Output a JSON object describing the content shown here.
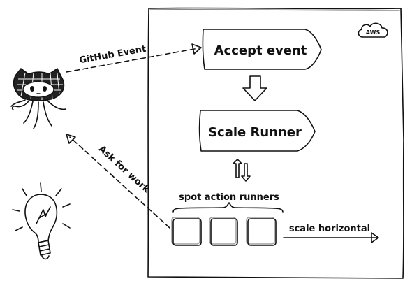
{
  "diagram": {
    "nodes": {
      "accept_event": "Accept event",
      "scale_runner": "Scale Runner",
      "spot_runners": "spot action runners"
    },
    "edges": {
      "github_event": "GitHub Event",
      "ask_for_work": "Ask for work",
      "scale_horizontal": "scale horizontal"
    },
    "cloud_badge": "AWS",
    "icons": [
      "github-octocat-icon",
      "lightbulb-icon",
      "aws-cloud-icon"
    ]
  }
}
